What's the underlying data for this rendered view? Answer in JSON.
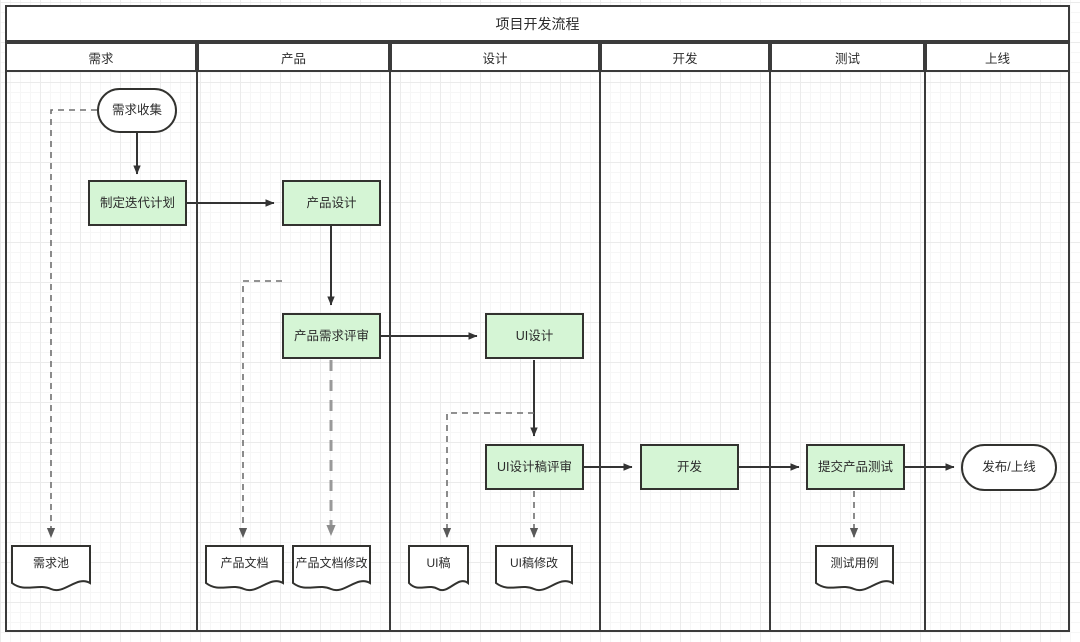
{
  "diagram": {
    "title": "项目开发流程",
    "colors": {
      "process_fill": "#d5f5d5",
      "node_stroke": "#32322f",
      "frame_stroke": "#3b3b3b",
      "solid_link": "#333333",
      "dashed_link_dark": "#6b6b6b",
      "dashed_link_gray": "#9a9a9a",
      "grid_minor": "#f6f6f6",
      "grid_major": "#ebebeb",
      "canvas": "#ffffff"
    },
    "lanes": [
      {
        "id": "lane-requirement",
        "label": "需求"
      },
      {
        "id": "lane-product",
        "label": "产品"
      },
      {
        "id": "lane-design",
        "label": "设计"
      },
      {
        "id": "lane-dev",
        "label": "开发"
      },
      {
        "id": "lane-test",
        "label": "测试"
      },
      {
        "id": "lane-release",
        "label": "上线"
      }
    ],
    "nodes": [
      {
        "id": "req-collect",
        "label": "需求收集",
        "shape": "stadium",
        "lane": "需求"
      },
      {
        "id": "iter-plan",
        "label": "制定迭代计划",
        "shape": "process",
        "lane": "需求"
      },
      {
        "id": "prod-design",
        "label": "产品设计",
        "shape": "process",
        "lane": "产品"
      },
      {
        "id": "prod-review",
        "label": "产品需求评审",
        "shape": "process",
        "lane": "产品"
      },
      {
        "id": "ui-design",
        "label": "UI设计",
        "shape": "process",
        "lane": "设计"
      },
      {
        "id": "ui-review",
        "label": "UI设计稿评审",
        "shape": "process",
        "lane": "设计"
      },
      {
        "id": "dev",
        "label": "开发",
        "shape": "process",
        "lane": "开发"
      },
      {
        "id": "submit-test",
        "label": "提交产品测试",
        "shape": "process",
        "lane": "测试"
      },
      {
        "id": "release",
        "label": "发布/上线",
        "shape": "stadium",
        "lane": "上线"
      },
      {
        "id": "req-pool",
        "label": "需求池",
        "shape": "document",
        "lane": "需求"
      },
      {
        "id": "prod-doc",
        "label": "产品文档",
        "shape": "document",
        "lane": "产品"
      },
      {
        "id": "prod-doc-mod",
        "label": "产品文档修改",
        "shape": "document",
        "lane": "产品"
      },
      {
        "id": "ui-draft",
        "label": "UI稿",
        "shape": "document",
        "lane": "设计"
      },
      {
        "id": "ui-draft-mod",
        "label": "UI稿修改",
        "shape": "document",
        "lane": "设计"
      },
      {
        "id": "test-case",
        "label": "测试用例",
        "shape": "document",
        "lane": "测试"
      }
    ],
    "edges": [
      {
        "from": "req-collect",
        "to": "iter-plan",
        "style": "solid"
      },
      {
        "from": "iter-plan",
        "to": "prod-design",
        "style": "solid"
      },
      {
        "from": "prod-design",
        "to": "prod-review",
        "style": "solid"
      },
      {
        "from": "prod-review",
        "to": "ui-design",
        "style": "solid"
      },
      {
        "from": "ui-design",
        "to": "ui-review",
        "style": "solid"
      },
      {
        "from": "ui-review",
        "to": "dev",
        "style": "solid"
      },
      {
        "from": "dev",
        "to": "submit-test",
        "style": "solid"
      },
      {
        "from": "submit-test",
        "to": "release",
        "style": "solid"
      },
      {
        "from": "req-collect",
        "to": "req-pool",
        "style": "dashed"
      },
      {
        "from": "prod-design",
        "to": "prod-doc",
        "style": "dashed"
      },
      {
        "from": "prod-review",
        "to": "prod-doc-mod",
        "style": "dashed-gray"
      },
      {
        "from": "ui-design",
        "to": "ui-draft",
        "style": "dashed"
      },
      {
        "from": "ui-review",
        "to": "ui-draft-mod",
        "style": "dashed"
      },
      {
        "from": "submit-test",
        "to": "test-case",
        "style": "dashed"
      }
    ]
  }
}
